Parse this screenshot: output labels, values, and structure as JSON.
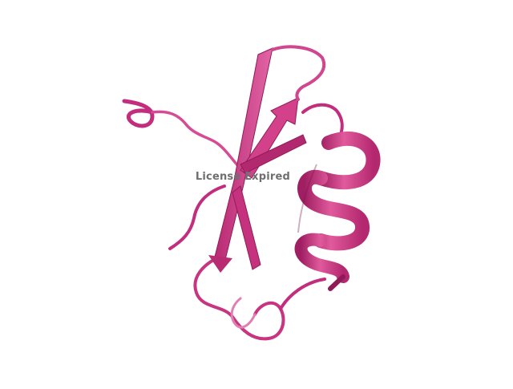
{
  "viewer": {
    "watermark_text": "License Expired",
    "colors": {
      "background": "#ffffff",
      "ribbon_main": "#d63a8a",
      "ribbon_dark": "#a01f62",
      "ribbon_light": "#e868a8",
      "watermark": "#6f6f6f"
    },
    "structure_elements": [
      "alpha-helix",
      "beta-strand",
      "beta-strand",
      "beta-strand",
      "loop",
      "n-terminal-turn"
    ]
  }
}
